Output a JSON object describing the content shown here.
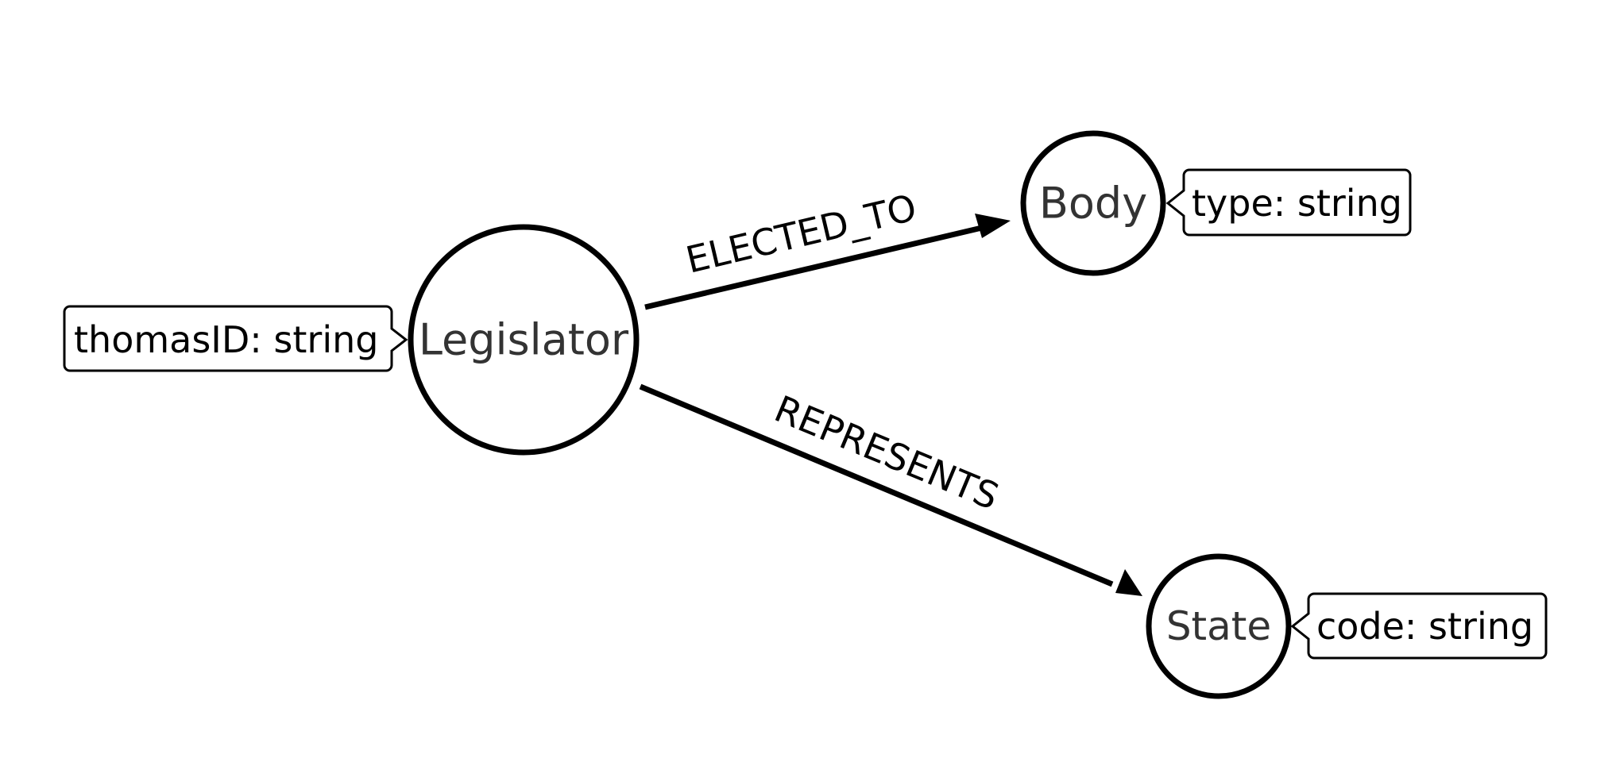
{
  "nodes": {
    "legislator": {
      "label": "Legislator",
      "property": "thomasID: string"
    },
    "body": {
      "label": "Body",
      "property": "type: string"
    },
    "state": {
      "label": "State",
      "property": "code: string"
    }
  },
  "edges": {
    "elected_to": {
      "label": "ELECTED_TO",
      "from": "Legislator",
      "to": "Body"
    },
    "represents": {
      "label": "REPRESENTS",
      "from": "Legislator",
      "to": "State"
    }
  }
}
